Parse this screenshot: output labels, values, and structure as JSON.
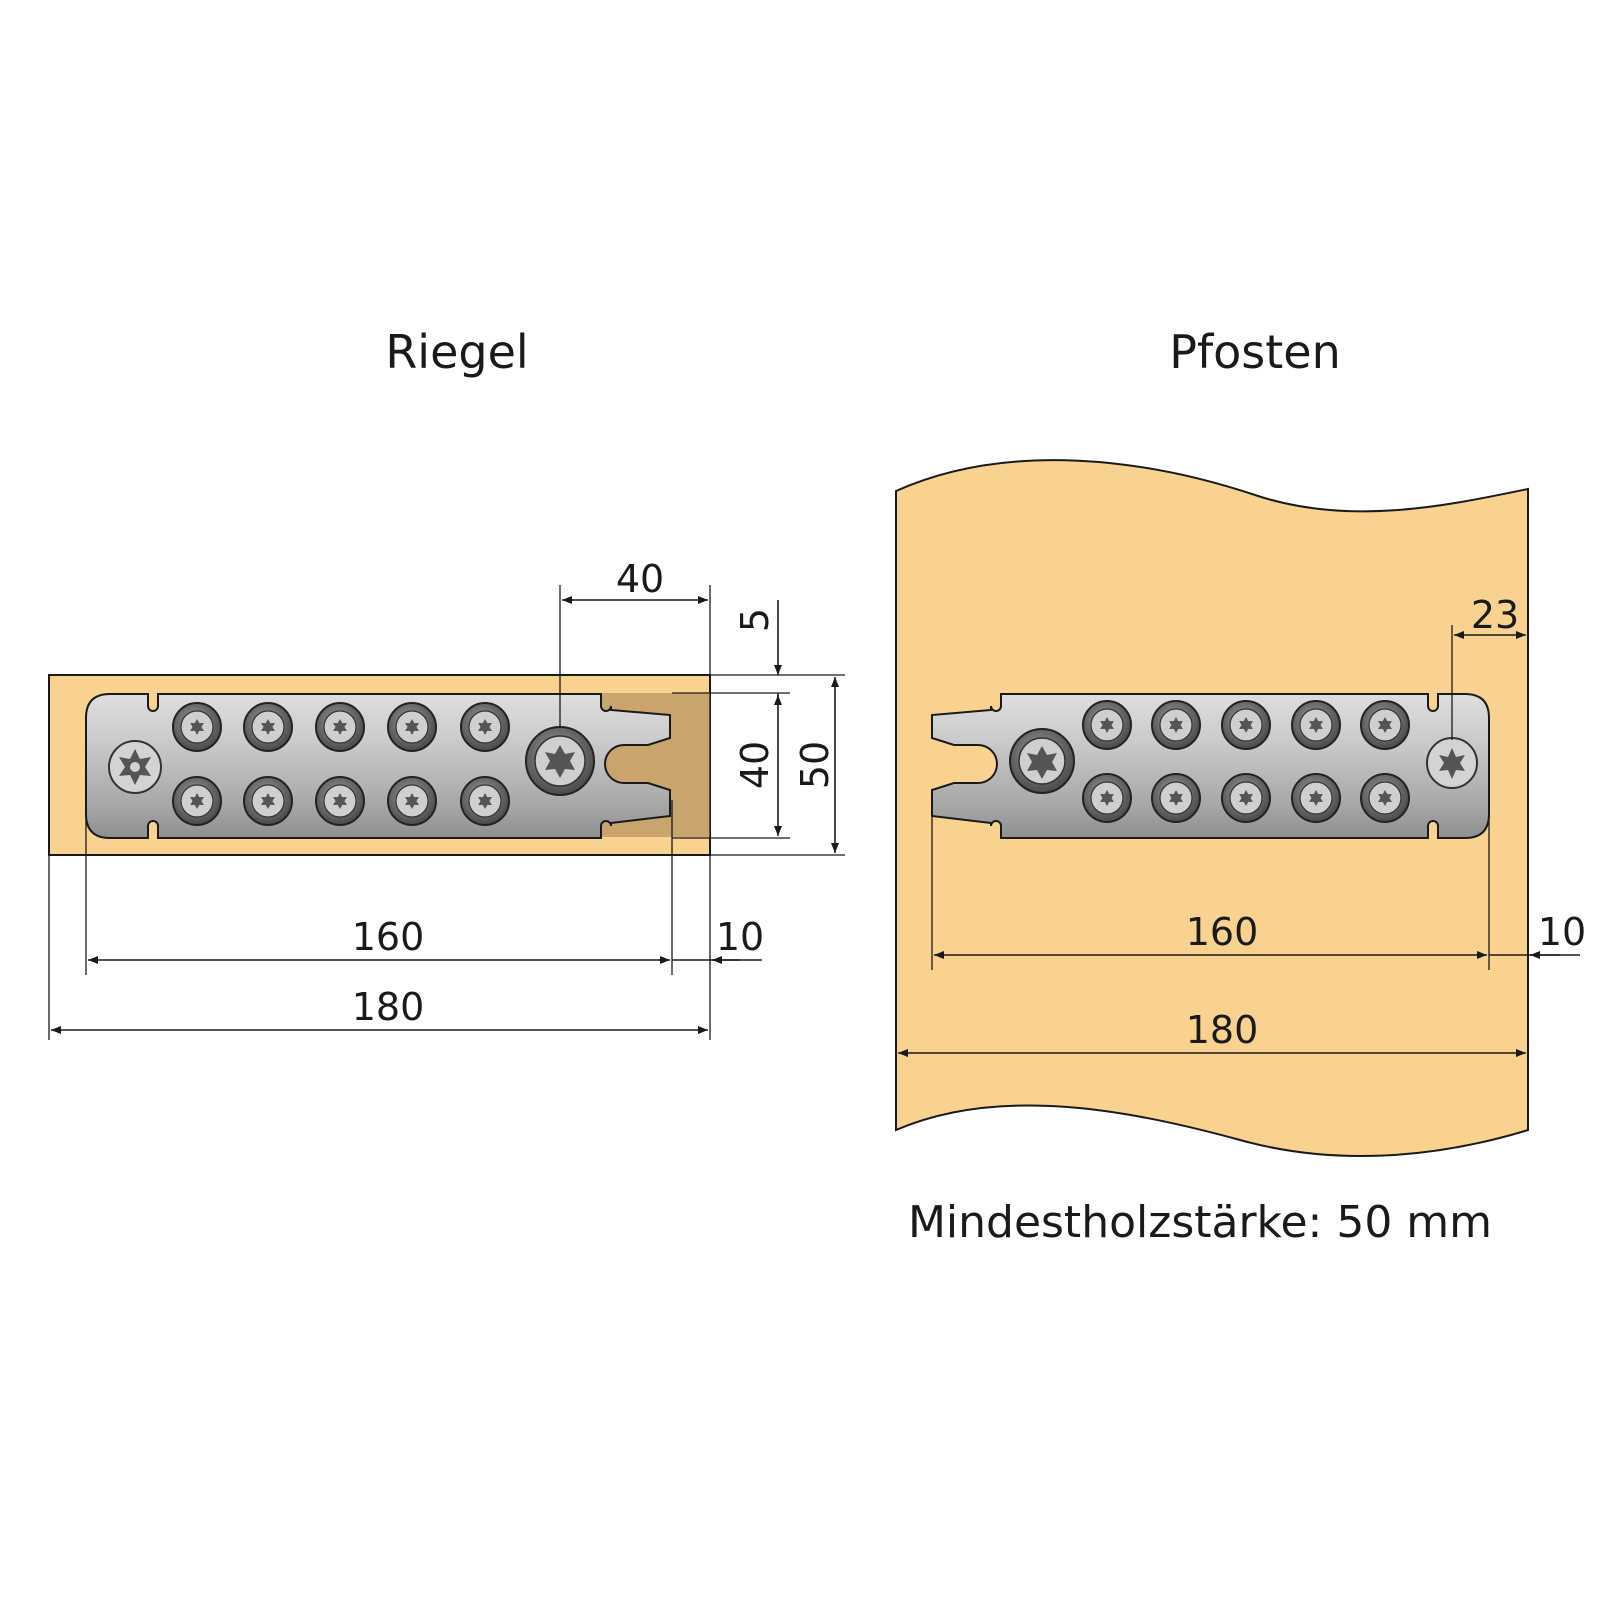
{
  "labels": {
    "left_title": "Riegel",
    "right_title": "Pfosten",
    "footnote": "Mindestholzstärke: 50 mm"
  },
  "riegel_dimensions": {
    "top_offset": "40",
    "edge": "5",
    "height_inner": "40",
    "height_total": "50",
    "length_plate": "160",
    "end_gap": "10",
    "length_total": "180"
  },
  "pfosten_dimensions": {
    "edge_offset": "23",
    "length_plate": "160",
    "end_gap": "10",
    "length_total": "180"
  },
  "colors": {
    "wood": "#f9d28f",
    "recess": "#c9a46c",
    "plate": "#c9c9c9",
    "plate_dark": "#8f8f8f",
    "lines": "#1a1a1a"
  }
}
